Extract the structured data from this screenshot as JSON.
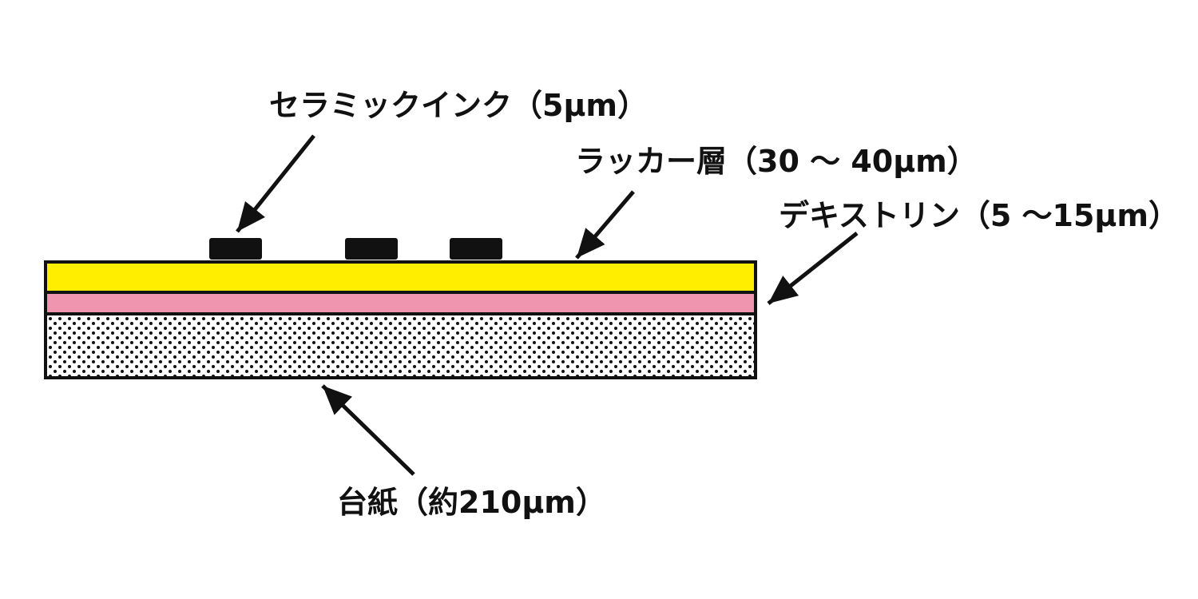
{
  "labels": {
    "ink": "セラミックインク（5μm）",
    "lacquer": "ラッカー層（30 ～ 40μm）",
    "dextrin": "デキストリン（5 ～15μm）",
    "paper": "台紙（約210μm）"
  },
  "colors": {
    "lacquer": "#ffee00",
    "dextrin": "#f095b0",
    "paper": "#ffffff",
    "paper_dots": "#111111",
    "ink": "#111111",
    "outline": "#111111"
  }
}
